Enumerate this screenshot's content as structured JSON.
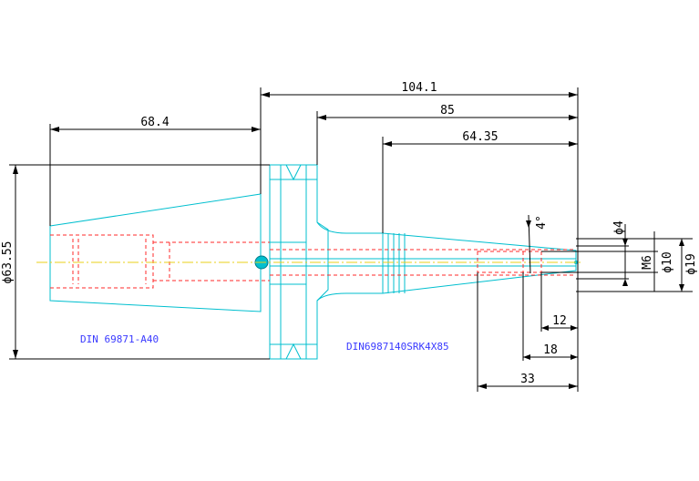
{
  "dimensions": {
    "d_104_1": "104.1",
    "d_85": "85",
    "d_64_35": "64.35",
    "d_68_4": "68.4",
    "d_63_55": "ϕ63.55",
    "d_4deg": "4°",
    "d_phi4": "ϕ4",
    "d_m6": "M6",
    "d_phi10": "ϕ10",
    "d_phi19": "ϕ19",
    "d_12": "12",
    "d_18": "18",
    "d_33": "33"
  },
  "notes": {
    "taper_standard": "DIN 69871-A40",
    "collet_standard": "DIN6987140SRK4X85"
  },
  "colors": {
    "outline": "#00bfcf",
    "hidden": "#ff2a2a",
    "centerline": "#e8d21a",
    "dimension": "#000000",
    "note_text": "#3a3aff"
  }
}
